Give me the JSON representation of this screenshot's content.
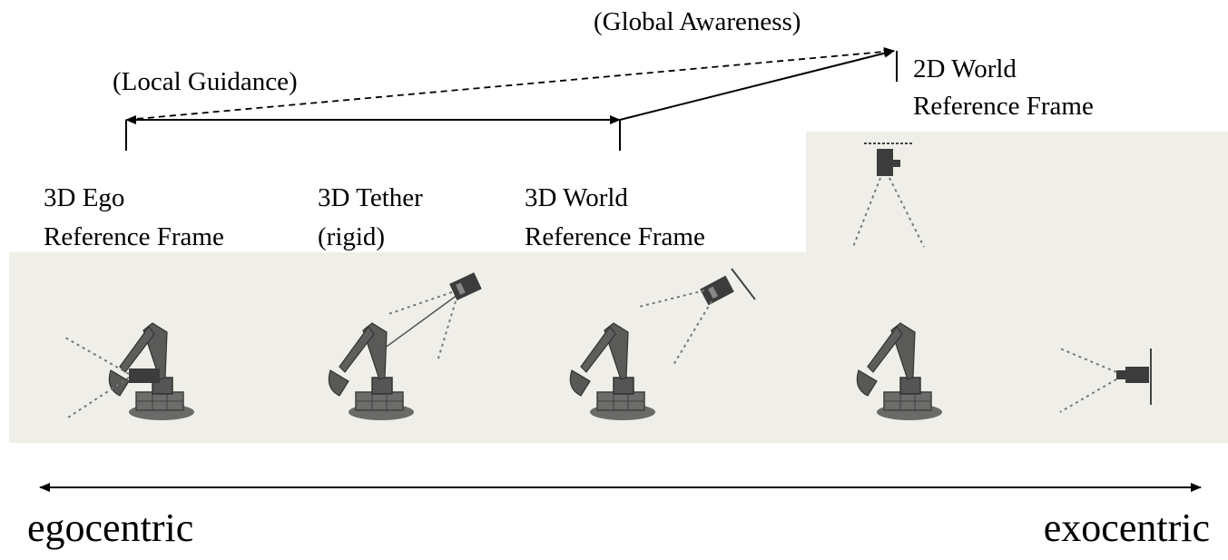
{
  "labels": {
    "global_awareness": "(Global Awareness)",
    "local_guidance": "(Local Guidance)",
    "world_2d_line1": "2D World",
    "world_2d_line2": "Reference Frame",
    "ego_3d_line1": "3D Ego",
    "ego_3d_line2": "Reference Frame",
    "tether_3d_line1": "3D Tether",
    "tether_3d_line2": "(rigid)",
    "world_3d_line1": "3D World",
    "world_3d_line2": "Reference Frame"
  },
  "axis": {
    "left": "egocentric",
    "right": "exocentric"
  },
  "colors": {
    "photo_bg": "#efeee8",
    "robot": "#5a5a58",
    "camera": "#3c3c3c"
  },
  "scenes": [
    {
      "name": "ego-scene",
      "icon": "excavator-with-onboard-camera"
    },
    {
      "name": "tether-scene",
      "icon": "excavator-with-tethered-camera"
    },
    {
      "name": "world-3d-scene",
      "icon": "excavator-with-wall-mounted-camera"
    },
    {
      "name": "world-2d-scene",
      "icon": "excavator-with-top-and-side-cameras"
    }
  ]
}
